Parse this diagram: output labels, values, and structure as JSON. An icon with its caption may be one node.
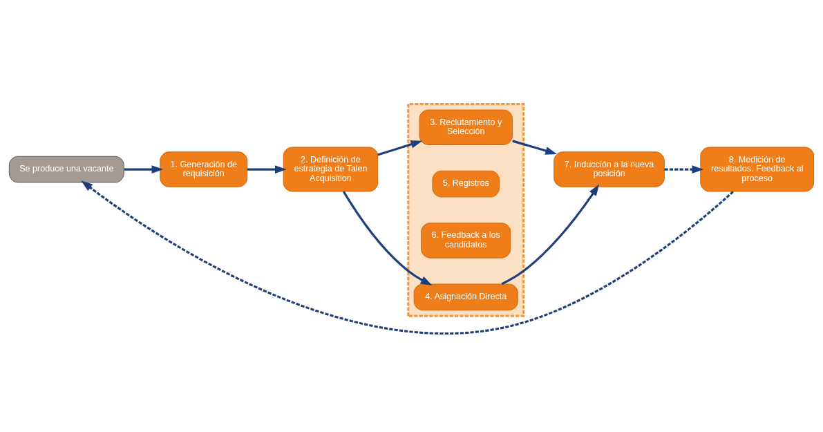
{
  "diagram": {
    "nodes": [
      {
        "text": [
          "Se produce una vacante"
        ]
      },
      {
        "text": [
          "1. Generación de requisición"
        ]
      },
      {
        "text": [
          "2. Definición de estrategia de Talen Acquisition"
        ]
      },
      {
        "text": [],
        "shape": "box"
      },
      {
        "text": [
          "3. Reclutamiento y Selección"
        ],
        "in": 3
      },
      {
        "text": [
          "5. Registros"
        ],
        "in": 3
      },
      {
        "text": [
          "6. Feedback a los candidatos"
        ],
        "in": 3
      },
      {
        "text": [
          "4. Asignación Directa"
        ],
        "in": 3
      },
      {
        "text": [
          "7. Inducción a la nueva posición"
        ]
      },
      {
        "text": [
          "8. Medición de resultados. Feedback al proceso"
        ]
      }
    ],
    "edges": [
      {
        "from": 0,
        "to": 1,
        "arrow": "to"
      },
      {
        "from": 1,
        "to": 2,
        "arrow": "to"
      },
      {
        "from": 2,
        "to": 4,
        "arrow": "to"
      },
      {
        "from": 2,
        "to": 7,
        "arrow": "to"
      },
      {
        "from": 4,
        "to": 8,
        "arrow": "to"
      },
      {
        "from": 7,
        "to": 8,
        "arrow": "to"
      },
      {
        "from": 8,
        "to": 9,
        "arrow": "to",
        "style": "dashed"
      },
      {
        "from": 9,
        "to": 0,
        "arrow": "to",
        "style": "dashed"
      }
    ]
  }
}
